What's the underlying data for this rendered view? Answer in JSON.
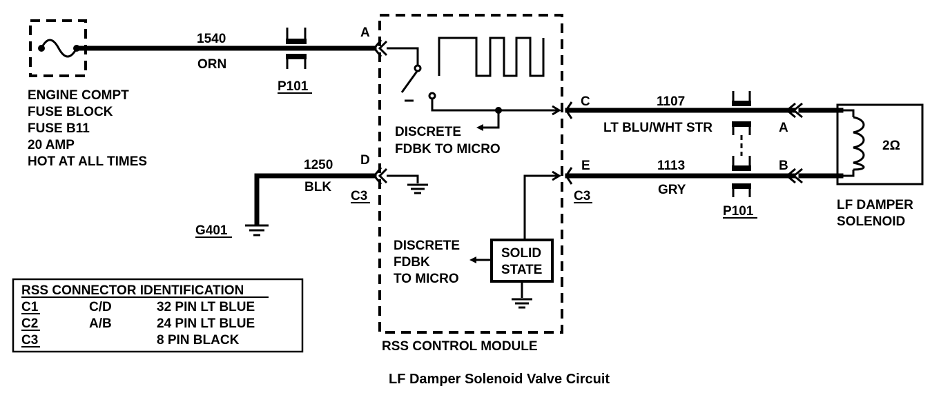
{
  "fuse_block": {
    "lines": [
      "ENGINE COMPT",
      "FUSE BLOCK",
      "FUSE B11",
      "20 AMP",
      "HOT AT ALL TIMES"
    ]
  },
  "wires": {
    "w1540": {
      "circuit": "1540",
      "color": "ORN"
    },
    "w1250": {
      "circuit": "1250",
      "color": "BLK"
    },
    "w1107": {
      "circuit": "1107",
      "color": "LT BLU/WHT STR"
    },
    "w1113": {
      "circuit": "1113",
      "color": "GRY"
    }
  },
  "connectors": {
    "p101_left": "P101",
    "p101_right": "P101",
    "c3_left": "C3",
    "c3_right": "C3"
  },
  "pins": {
    "module_a": "A",
    "module_d": "D",
    "module_c": "C",
    "module_e": "E",
    "solenoid_a": "A",
    "solenoid_b": "B"
  },
  "ground": "G401",
  "module": {
    "discrete_top": [
      "DISCRETE",
      "FDBK TO MICRO"
    ],
    "discrete_bottom": [
      "DISCRETE",
      "FDBK",
      "TO MICRO"
    ],
    "solid_state": [
      "SOLID",
      "STATE"
    ],
    "name": "RSS CONTROL MODULE"
  },
  "solenoid": {
    "resistance": "2Ω",
    "name": [
      "LF DAMPER",
      "SOLENOID"
    ]
  },
  "connector_table": {
    "title": "RSS CONNECTOR IDENTIFICATION",
    "rows": [
      {
        "id": "C1",
        "pins": "C/D",
        "desc": "32 PIN LT BLUE"
      },
      {
        "id": "C2",
        "pins": "A/B",
        "desc": "24 PIN LT BLUE"
      },
      {
        "id": "C3",
        "pins": "",
        "desc": "8 PIN BLACK"
      }
    ]
  },
  "caption": "LF Damper Solenoid Valve Circuit"
}
